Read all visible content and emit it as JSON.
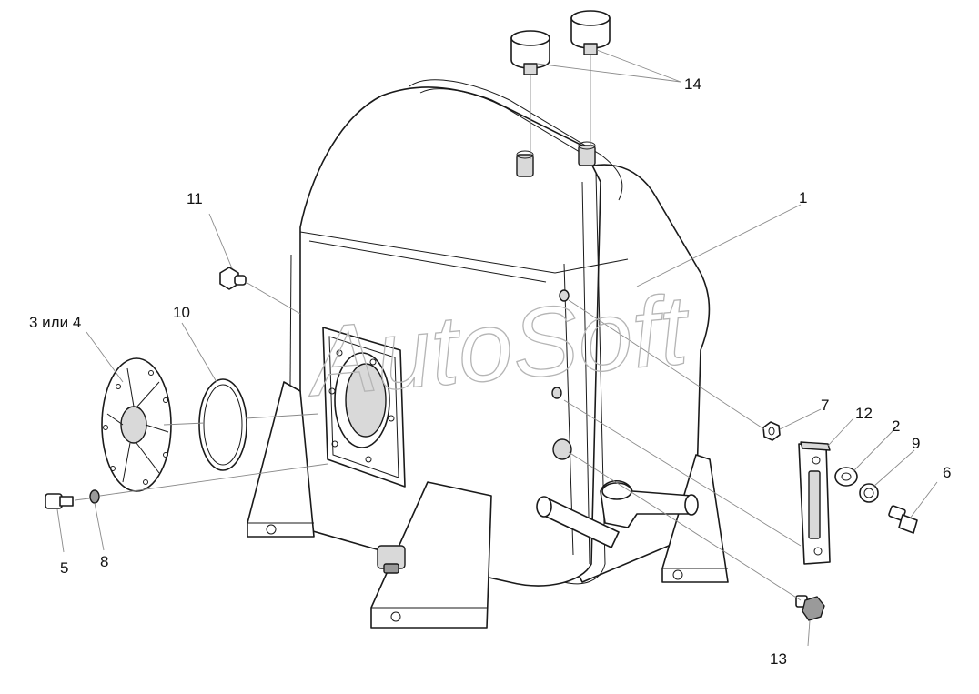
{
  "watermark": "AutoSoft",
  "callouts": {
    "c1": "1",
    "c2": "2",
    "c3": "3 или 4",
    "c5": "5",
    "c6": "6",
    "c7": "7",
    "c8": "8",
    "c9": "9",
    "c10": "10",
    "c11": "11",
    "c12": "12",
    "c13": "13",
    "c14": "14"
  },
  "colors": {
    "line": "#1a1a1a",
    "leader": "#8a8a8a",
    "watermark": "#b5b5b5"
  }
}
